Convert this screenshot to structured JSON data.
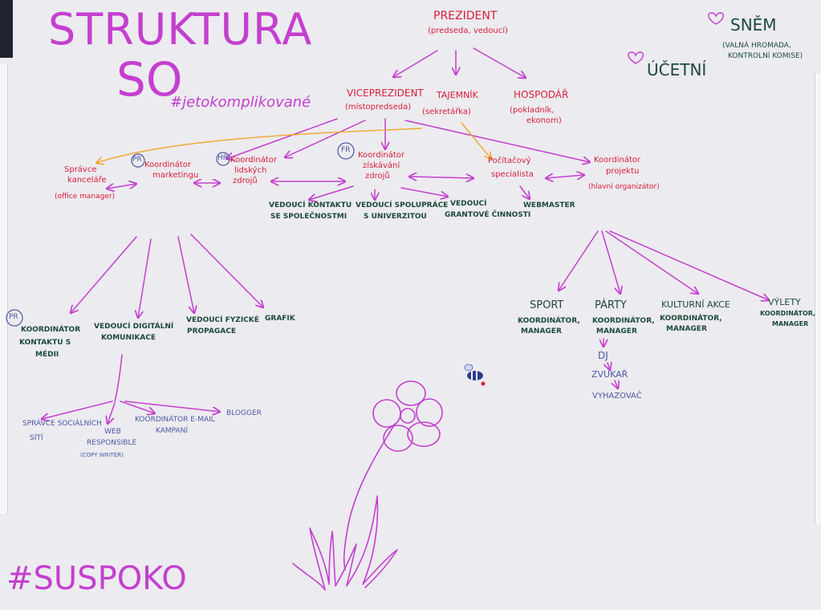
{
  "title": [
    "STRUKTURA",
    "SO"
  ],
  "hashtag_complicated": "#jetokomplikované",
  "hashtag_bottom": "#SUSPOKO",
  "assembly": {
    "title": "SNĚM",
    "subtitle": [
      "(VALNÁ HROMADA,",
      "KONTROLNÍ KOMISE)"
    ]
  },
  "accountant": "ÚČETNÍ",
  "president": {
    "title": "PREZIDENT",
    "subtitle": "(predseda, vedoucí)"
  },
  "level2": [
    {
      "title": "VICEPREZIDENT",
      "subtitle": "(místopredseda)"
    },
    {
      "title": "TAJEMNÍK",
      "subtitle": "(sekretářka)"
    },
    {
      "title": "HOSPODÁŘ",
      "subtitle": [
        "(pokladník,",
        "ekonom)"
      ]
    }
  ],
  "coordinators": {
    "office": [
      "Správce",
      "kanceláře",
      "(office manager)"
    ],
    "marketing": [
      "Koordinátor",
      "marketingu"
    ],
    "hr": [
      "Koordinátor",
      "lidských",
      "zdrojů"
    ],
    "fundraising": [
      "Koordinátor",
      "získávání",
      "zdrojů"
    ],
    "it": [
      "Počítačový",
      "specialista"
    ],
    "project": [
      "Koordinátor",
      "projektu",
      "(hlavní organizátor)"
    ]
  },
  "badges": {
    "marketing": "PR",
    "hr": "HR",
    "fundraising": "FR",
    "pr_media": "PR"
  },
  "leads": {
    "companies": [
      "VEDOUCÍ KONTAKTU",
      "SE SPOLEČNOSTMI"
    ],
    "university": [
      "VEDOUCÍ SPOLUPRÁCE",
      "S UNIVERZITOU"
    ],
    "grants": [
      "VEDOUCÍ",
      "GRANTOVÉ ČINNOSTI"
    ],
    "webmaster": "WEBMASTER"
  },
  "marketing_team": {
    "media": [
      "KOORDINÁTOR",
      "KONTAKTU S",
      "MÉDII"
    ],
    "digital": [
      "VEDOUCÍ DIGITÁLNÍ",
      "KOMUNIKACE"
    ],
    "physical": [
      "VEDOUCÍ FYZICKÉ",
      "PROPAGACE"
    ],
    "graphic": "GRAFIK"
  },
  "digital_team": {
    "social": [
      "SPRÁVCE SOCIÁLNÍCH",
      "SÍTÍ"
    ],
    "web": [
      "WEB",
      "RESPONSIBLE",
      "(COPY WRITER)"
    ],
    "email": [
      "KOORDINÁTOR E-MAIL",
      "KAMPANÍ"
    ],
    "blogger": "BLOGGER"
  },
  "project_teams": {
    "sport": {
      "title": "SPORT",
      "role": [
        "KOORDINÁTOR,",
        "MANAGER"
      ]
    },
    "party": {
      "title": "PÁRTY",
      "role": [
        "KOORDINÁTOR,",
        "MANAGER"
      ]
    },
    "culture": {
      "title": "KULTURNÍ AKCE",
      "role": [
        "KOORDINÁTOR,",
        "MANAGER"
      ]
    },
    "trips": {
      "title": "VÝLETY",
      "role": [
        "KOORDINÁTOR,",
        "MANAGER"
      ]
    }
  },
  "party_chain": [
    "DJ",
    "ZVUKAŘ",
    "VYHAZOVAČ"
  ],
  "colors": {
    "paper": "#ecebef",
    "red": "#d81e3b",
    "magenta": "#c43fcf",
    "green": "#1c4a3b",
    "blue": "#4b58a6",
    "orange": "#f0a830"
  }
}
